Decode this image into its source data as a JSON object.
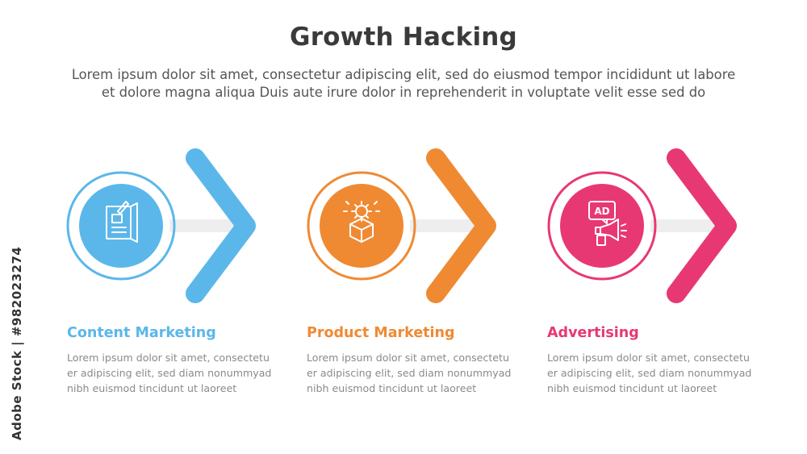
{
  "title": "Growth Hacking",
  "subtitle_lines": [
    "Lorem ipsum dolor sit amet, consectetur adipiscing elit, sed do eiusmod tempor incididunt ut labore",
    "et dolore magna aliqua Duis aute irure dolor in reprehenderit in voluptate velit esse sed do"
  ],
  "steps": [
    {
      "label": "Content Marketing",
      "color": "#5bb7ea",
      "icon": "document-design-icon",
      "desc_lines": [
        "Lorem ipsum dolor sit amet, consectetu",
        "er adipiscing elit, sed diam nonummyad",
        "nibh euismod tincidunt ut laoreet"
      ]
    },
    {
      "label": "Product Marketing",
      "color": "#ef8a33",
      "icon": "product-box-gear-icon",
      "desc_lines": [
        "Lorem ipsum dolor sit amet, consectetu",
        "er adipiscing elit, sed diam nonummyad",
        "nibh euismod tincidunt ut laoreet"
      ]
    },
    {
      "label": "Advertising",
      "color": "#e83874",
      "icon": "ad-megaphone-icon",
      "ad_text": "AD",
      "desc_lines": [
        "Lorem ipsum dolor sit amet, consectetu",
        "er adipiscing elit, sed diam nonummyad",
        "nibh euismod tincidunt ut laoreet"
      ]
    }
  ],
  "watermark": "Adobe Stock | #982023274",
  "track_color": "#eeeeee",
  "text_color": "#8a8a8a"
}
